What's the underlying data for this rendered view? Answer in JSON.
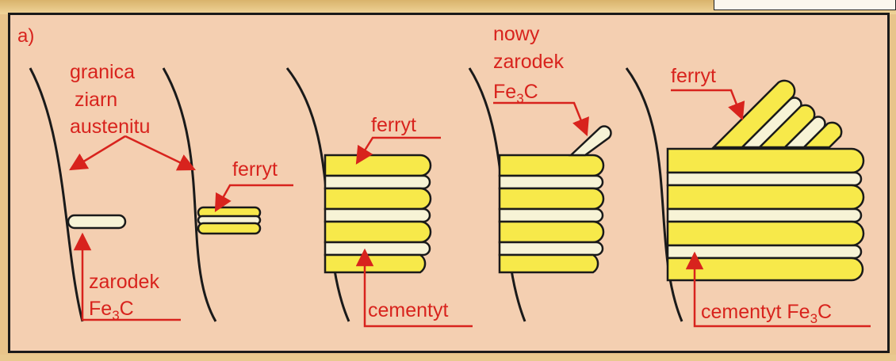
{
  "panel": {
    "id": "a)"
  },
  "labels": {
    "granica_line1": "granica",
    "granica_line2": "ziarn",
    "granica_line3": "austenitu",
    "zarodek": "zarodek",
    "fe3c_main": "Fe",
    "fe3c_sub": "3",
    "fe3c_end": "C",
    "ferryt": "ferryt",
    "cementyt": "cementyt",
    "nowy": "nowy",
    "cementyt_fe3c": "cementyt Fe"
  },
  "colors": {
    "ferrite": "#f7e94a",
    "cementite": "#f7f3d6",
    "label": "#d8231d",
    "outline": "#1a1a1a",
    "background": "#f4cfb1"
  }
}
